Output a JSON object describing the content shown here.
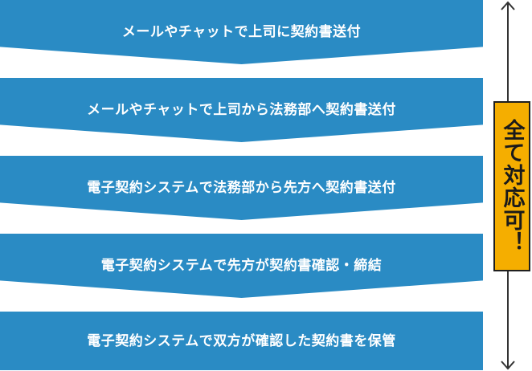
{
  "steps": [
    {
      "label": "メールやチャットで上司に契約書送付"
    },
    {
      "label": "メールやチャットで上司から法務部へ契約書送付"
    },
    {
      "label": "電子契約システムで法務部から先方へ契約書送付"
    },
    {
      "label": "電子契約システムで先方が契約書確認・締結"
    },
    {
      "label": "電子契約システムで双方が確認した契約書を保管"
    }
  ],
  "range_badge": {
    "label": "全て対応可！"
  },
  "colors": {
    "step_fill": "#2a8bc4",
    "step_text": "#ffffff",
    "badge_fill": "#f5ae00",
    "badge_border": "#1f1f1f",
    "range_line": "#333333"
  },
  "icons": {
    "range_arrow": "double-headed-vertical-arrow-icon"
  }
}
